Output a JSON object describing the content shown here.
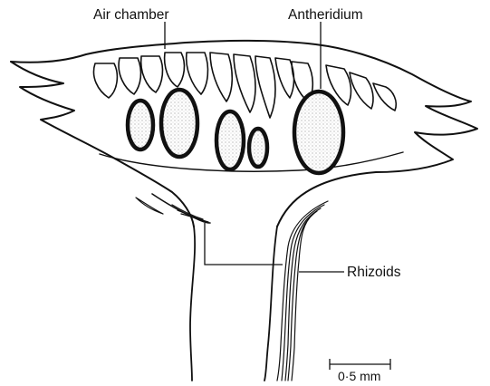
{
  "labels": {
    "air_chamber": "Air chamber",
    "antheridium": "Antheridium",
    "rhizoids": "Rhizoids",
    "scale": "0·5 mm"
  },
  "colors": {
    "ink": "#111111",
    "stipple": "#efe9e0",
    "background": "#ffffff"
  }
}
